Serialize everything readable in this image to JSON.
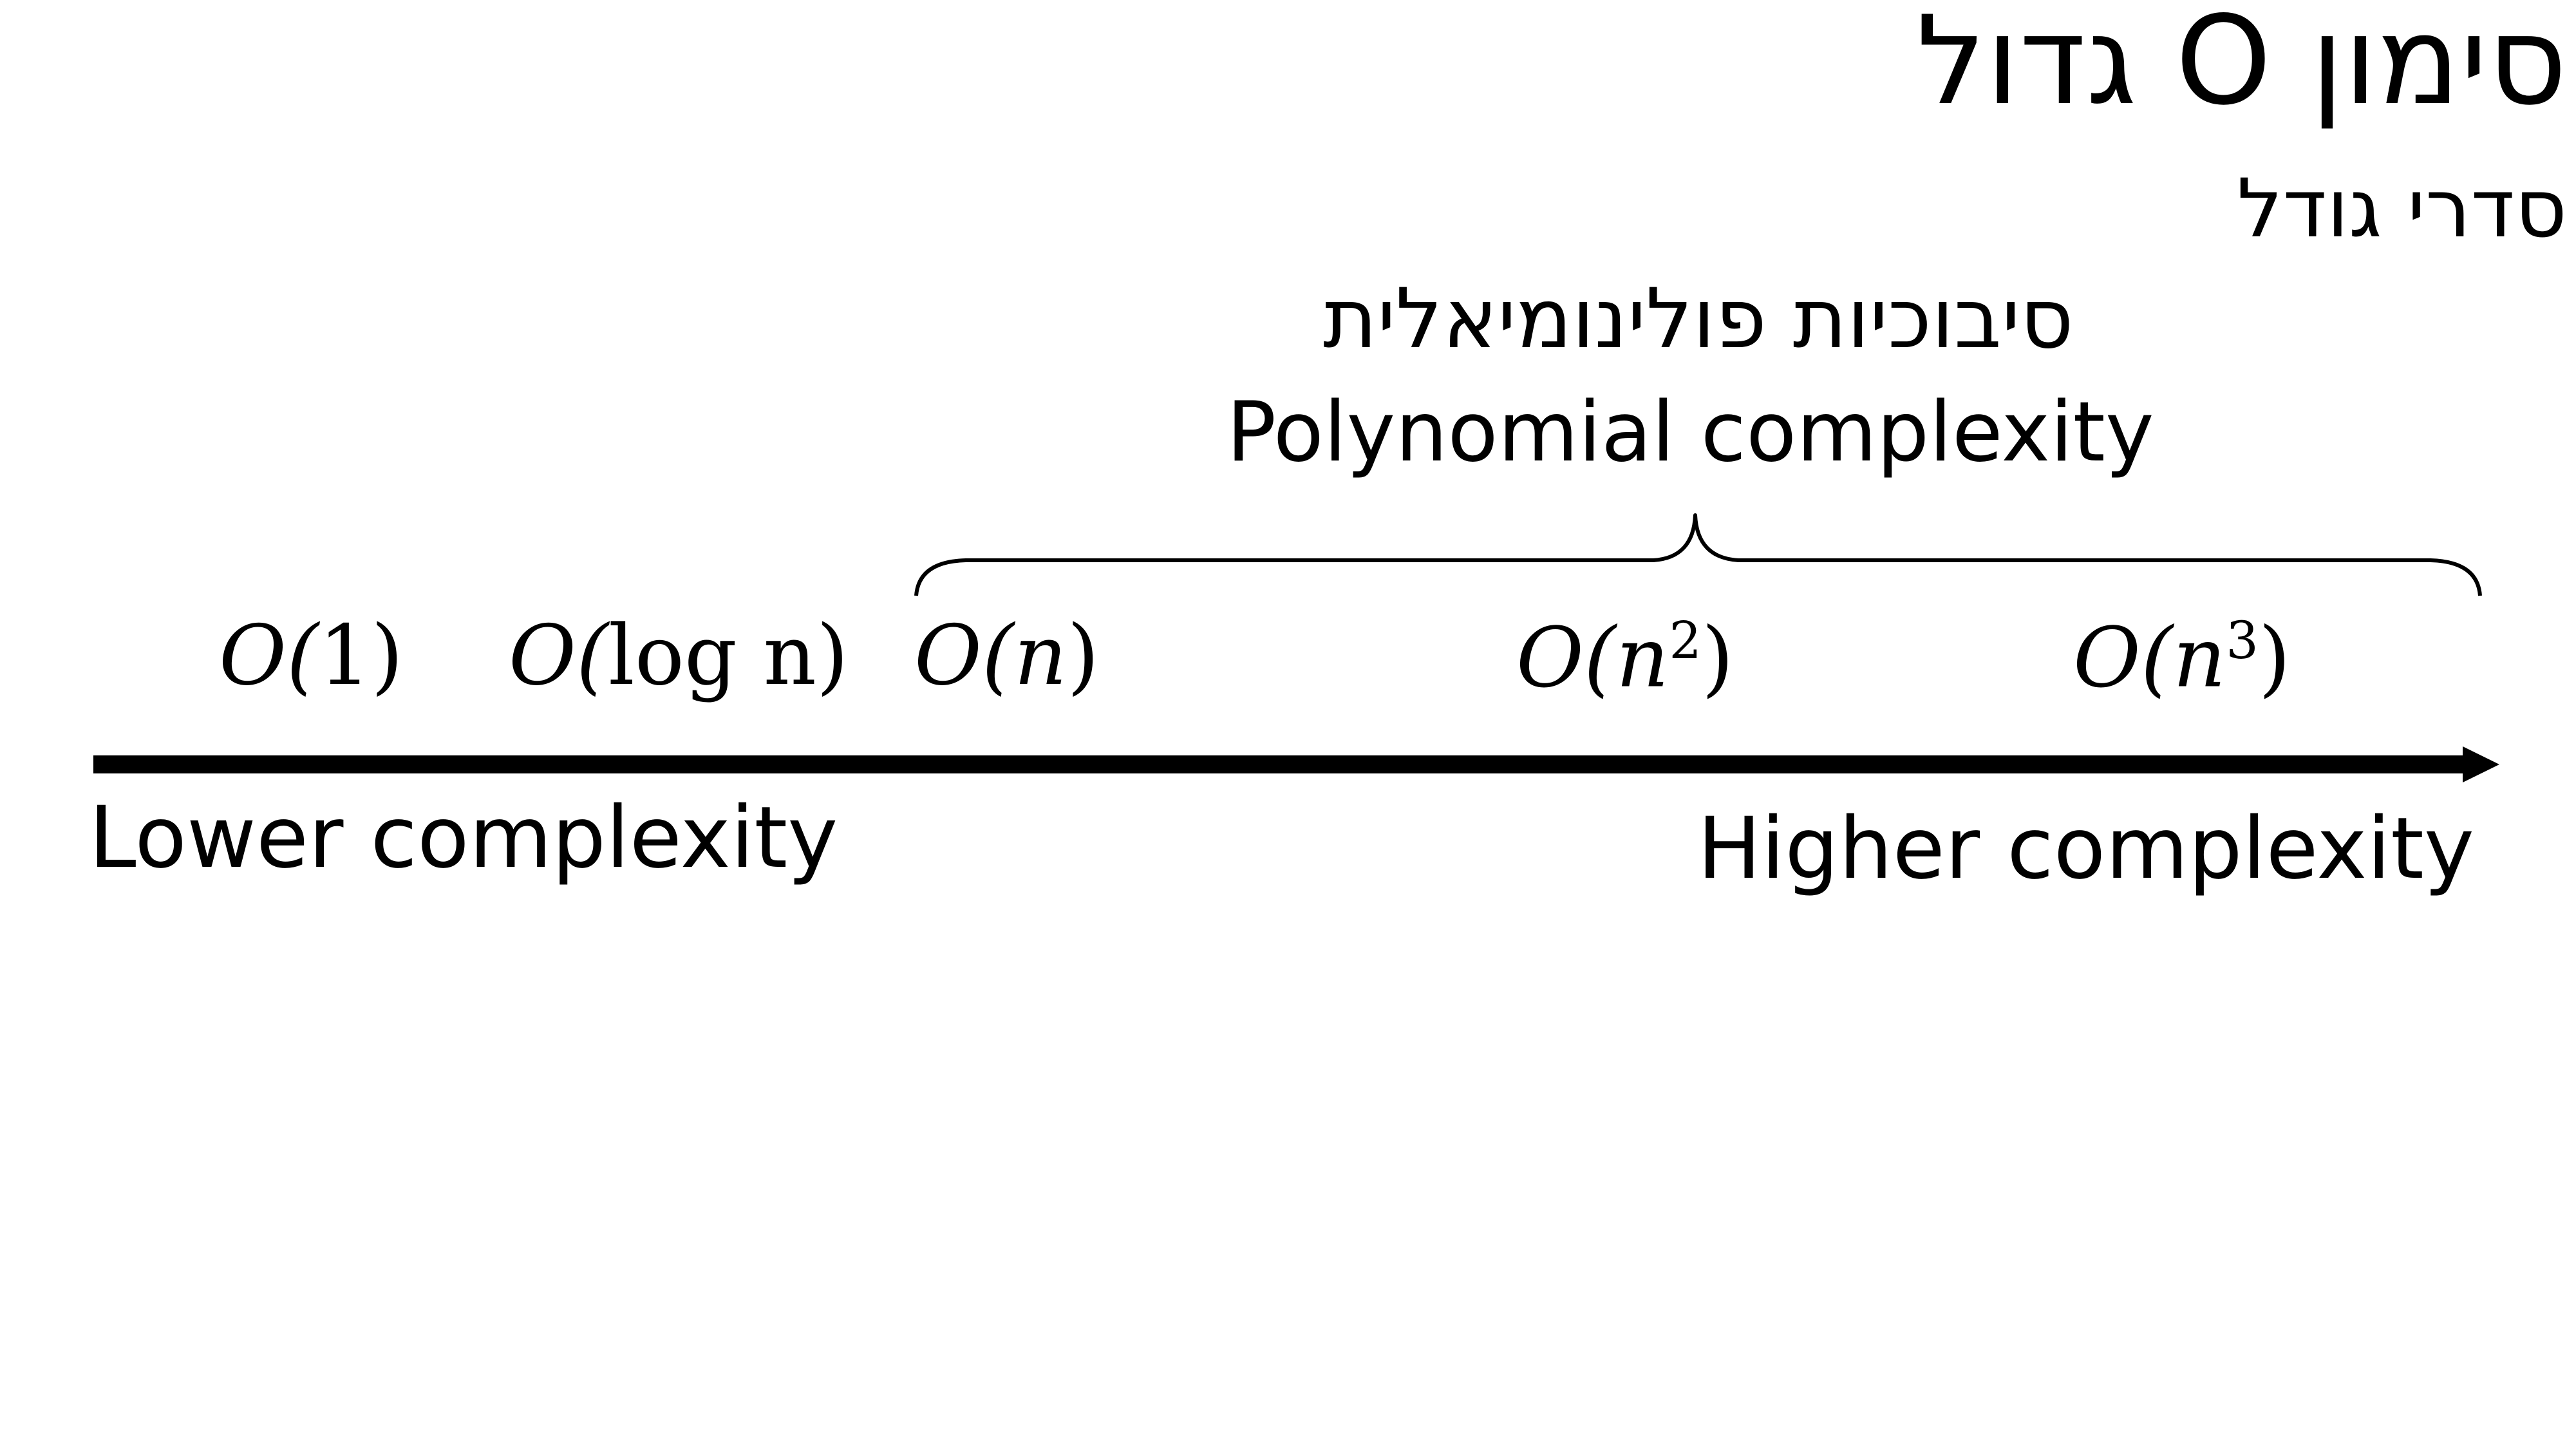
{
  "title": "סימון O גדול",
  "subtitle": "סדרי גודל",
  "polynomial_group": {
    "label_he": "סיבוכיות פולינומיאלית",
    "label_en": "Polynomial complexity"
  },
  "axis": {
    "low_label": "Lower complexity",
    "high_label": "Higher complexity"
  },
  "complexities": [
    {
      "prefix": "O(",
      "var": "",
      "body": "1",
      "sup": "",
      "suffix": ")"
    },
    {
      "prefix": "O(",
      "var": "",
      "body": "log n",
      "sup": "",
      "suffix": ")"
    },
    {
      "prefix": "O(",
      "var": "n",
      "body": "",
      "sup": "",
      "suffix": ")"
    },
    {
      "prefix": "O(",
      "var": "n",
      "body": "",
      "sup": "2",
      "suffix": ")"
    },
    {
      "prefix": "O(",
      "var": "n",
      "body": "",
      "sup": "3",
      "suffix": ")"
    }
  ]
}
